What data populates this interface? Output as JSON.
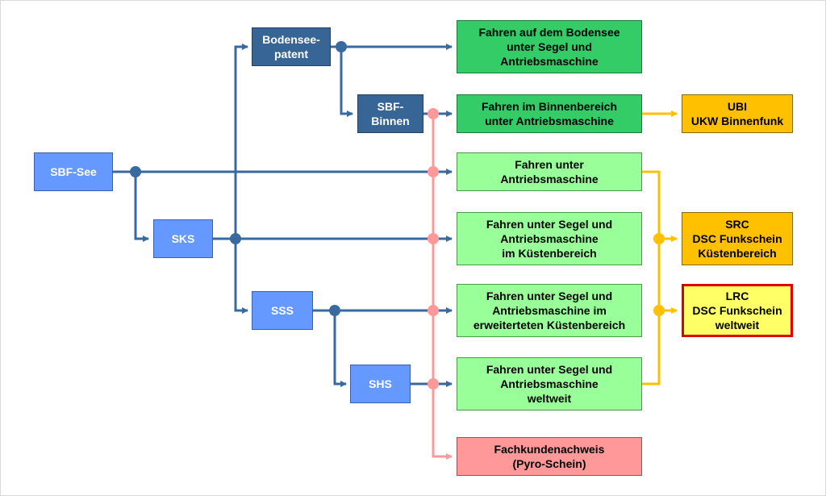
{
  "colors": {
    "blue_line": "#386aa0",
    "pink_line": "#ff9999",
    "yellow_line": "#ffc000"
  },
  "nodes": {
    "sbf_see": {
      "label": "SBF-See"
    },
    "bodensee": {
      "label": "Bodensee-\npatent"
    },
    "sbf_binnen": {
      "label": "SBF-\nBinnen"
    },
    "sks": {
      "label": "SKS"
    },
    "sss": {
      "label": "SSS"
    },
    "shs": {
      "label": "SHS"
    },
    "r_bodensee": {
      "label": "Fahren auf dem Bodensee\nunter Segel und\nAntriebsmaschine"
    },
    "r_binnen": {
      "label": "Fahren im Binnenbereich\nunter Antriebsmaschine"
    },
    "r_antrieb": {
      "label": "Fahren unter\nAntriebsmaschine"
    },
    "r_kuesten": {
      "label": "Fahren unter Segel und\nAntriebsmaschine\nim Küstenbereich"
    },
    "r_erweitert": {
      "label": "Fahren unter Segel und\nAntriebsmaschine im\nerweiterteten Küstenbereich"
    },
    "r_weltweit": {
      "label": "Fahren unter Segel und\nAntriebsmaschine\nweltweit"
    },
    "pyro": {
      "label": "Fachkundenachweis\n(Pyro-Schein)"
    },
    "ubi": {
      "label": "UBI\nUKW Binnenfunk"
    },
    "src": {
      "label": "SRC\nDSC Funkschein\nKüstenbereich"
    },
    "lrc": {
      "label": "LRC\nDSC Funkschein\nweltweit"
    }
  }
}
